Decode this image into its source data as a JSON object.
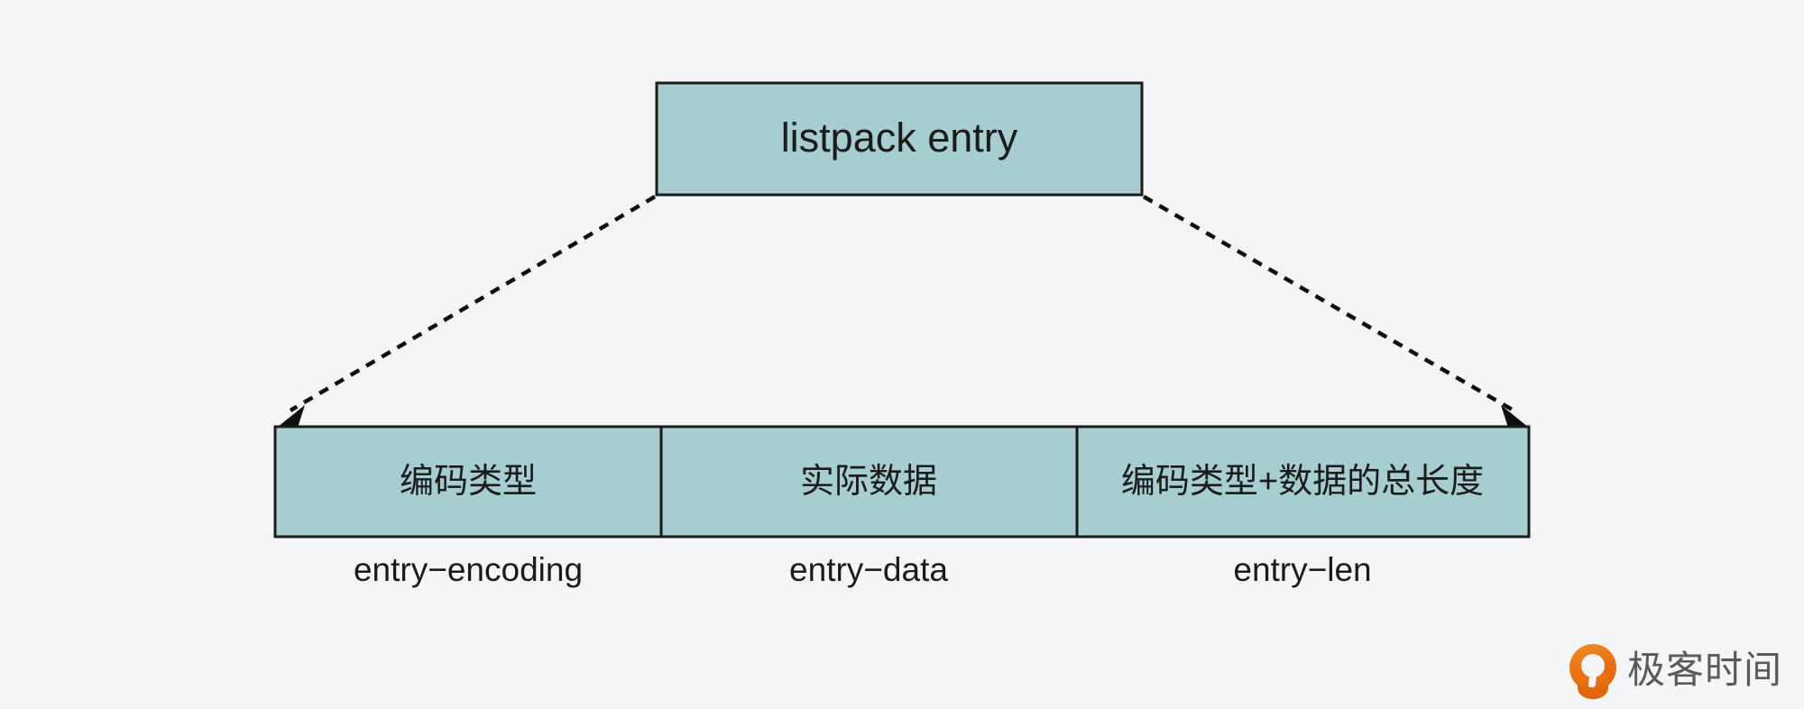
{
  "diagram": {
    "title": "listpack entry",
    "background_color": "#f4f5f7",
    "block_fill_color": "#a6cdd0",
    "block_stroke_color": "#1b1b1b",
    "connector_style": "dashed-arrow",
    "parent_block": {
      "label": "listpack entry"
    },
    "fields": [
      {
        "label": "编码类型",
        "caption": "entry−encoding"
      },
      {
        "label": "实际数据",
        "caption": "entry−data"
      },
      {
        "label": "编码类型+数据的总长度",
        "caption": "entry−len"
      }
    ]
  },
  "watermark": {
    "text": "极客时间",
    "logo_color": "#e9740f"
  }
}
